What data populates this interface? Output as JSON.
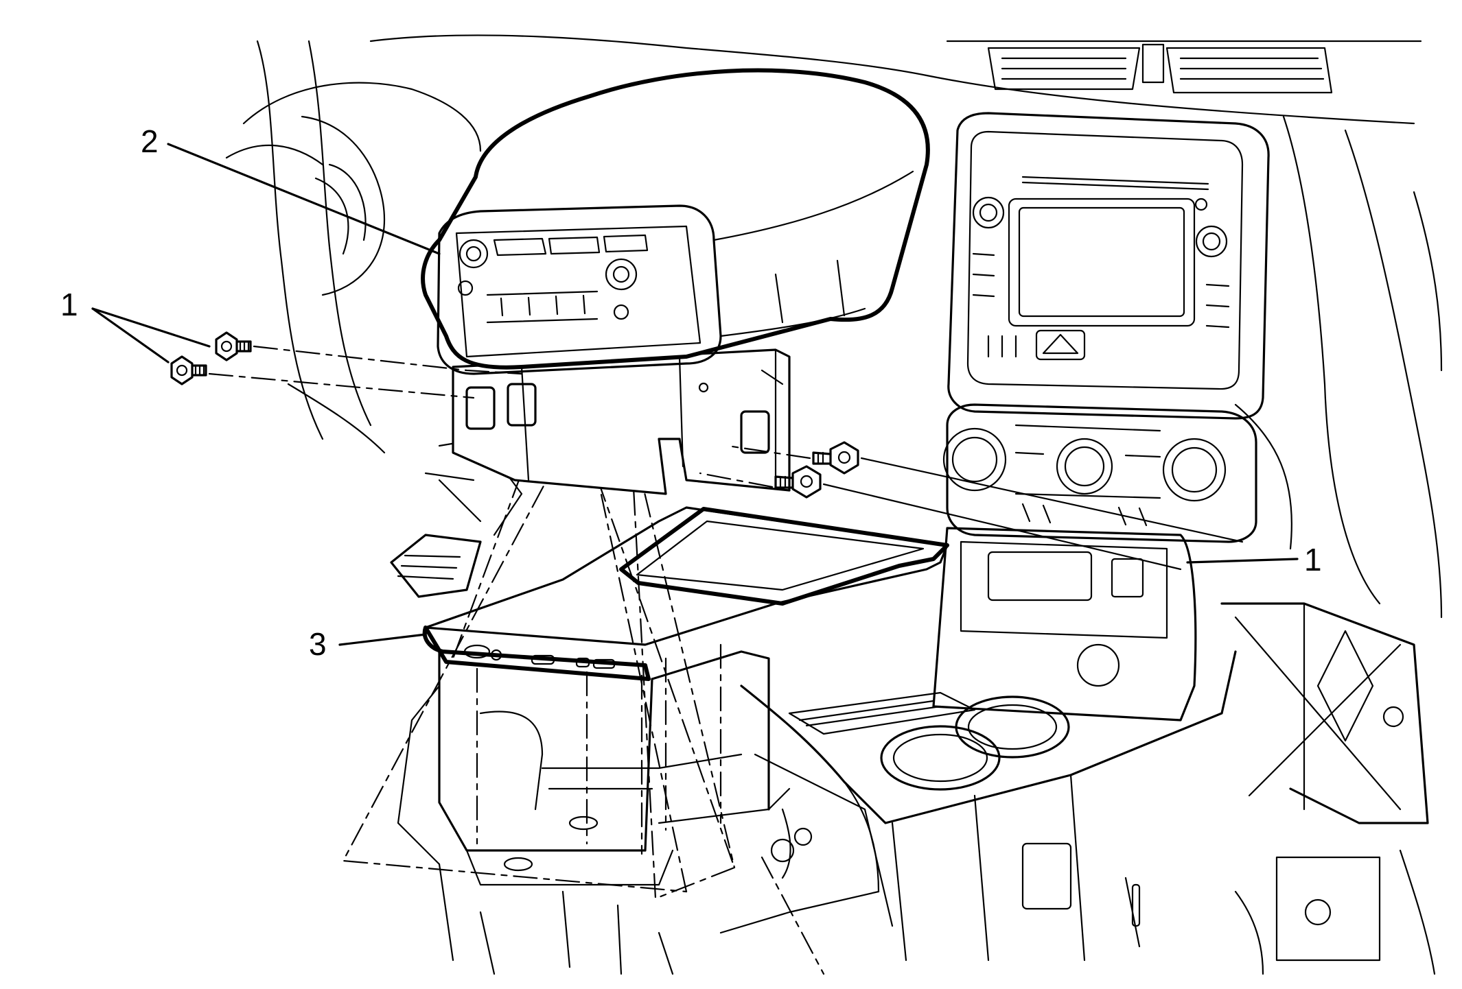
{
  "callouts": {
    "bolts_left": "1",
    "console_trim": "2",
    "console_bin": "3",
    "bolts_right": "1"
  }
}
